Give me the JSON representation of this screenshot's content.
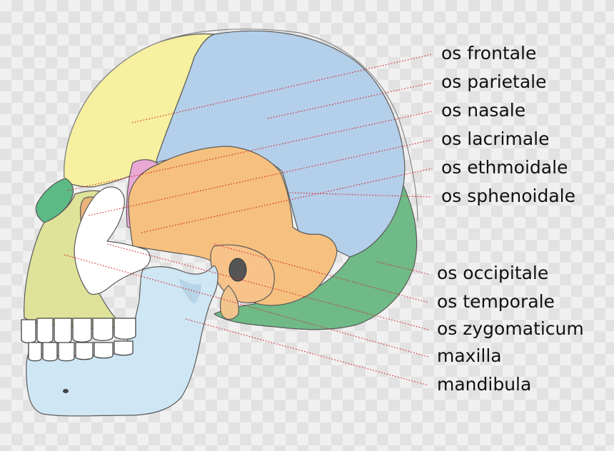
{
  "labels": [
    {
      "id": "frontale",
      "text": "os frontale"
    },
    {
      "id": "parietale",
      "text": "os parietale"
    },
    {
      "id": "nasale",
      "text": "os nasale"
    },
    {
      "id": "lacrimale",
      "text": "os lacrimale"
    },
    {
      "id": "ethmoidale",
      "text": "os ethmoidale"
    },
    {
      "id": "sphenoidale",
      "text": "os sphenoidale"
    },
    {
      "id": "occipitale",
      "text": "os occipitale"
    },
    {
      "id": "temporale",
      "text": "os temporale"
    },
    {
      "id": "zygomaticum",
      "text": "os zygomaticum"
    },
    {
      "id": "maxilla",
      "text": "maxilla"
    },
    {
      "id": "mandibula",
      "text": "mandibula"
    }
  ],
  "colors": {
    "frontale": "#f6f0a0",
    "parietale": "#b4cfe9",
    "nasale": "#5cba84",
    "lacrimale": "#e8b27a",
    "ethmoidale": "#e9a9d4",
    "sphenoidale": "#f6c07e",
    "occipitale": "#6fba86",
    "temporale": "#f7c38a",
    "zygomaticum": "#ffffff",
    "maxilla": "#dfe39a",
    "mandibula": "#cfe6f4",
    "teeth": "#ffffff",
    "leader_line": "#d2232a",
    "label_text": "#111111"
  }
}
